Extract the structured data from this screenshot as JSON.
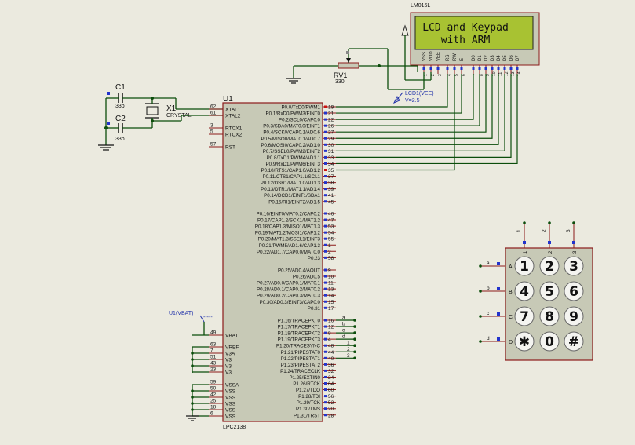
{
  "lcd": {
    "model": "LM016L",
    "line1": "LCD and Keypad",
    "line2": "with ARM",
    "pins": [
      "VSS",
      "VDD",
      "VEE",
      "RS",
      "RW",
      "E",
      "D0",
      "D1",
      "D2",
      "D3",
      "D4",
      "D5",
      "D6",
      "D7"
    ],
    "pin_numbers": [
      "1",
      "2",
      "3",
      "4",
      "5",
      "6",
      "7",
      "8",
      "9",
      "10",
      "11",
      "12",
      "13",
      "14"
    ],
    "vee_probe": "LCD1(VEE)",
    "vee_value": "V=2.5"
  },
  "rv1": {
    "name": "RV1",
    "value": "330"
  },
  "c1": {
    "name": "C1",
    "value": "33p"
  },
  "c2": {
    "name": "C2",
    "value": "33p"
  },
  "x1": {
    "name": "X1",
    "type": "CRYSTAL"
  },
  "u1": {
    "name": "U1",
    "part": "LPC2138",
    "vbat_probe": "U1(VBAT)",
    "vbat_value": "-----",
    "left_pins": [
      {
        "num": "62",
        "name": "XTAL1"
      },
      {
        "num": "61",
        "name": "XTAL2"
      },
      {
        "num": "3",
        "name": "RTCX1"
      },
      {
        "num": "5",
        "name": "RTCX2"
      },
      {
        "num": "57",
        "name": "RST"
      },
      {
        "num": "49",
        "name": "VBAT"
      },
      {
        "num": "63",
        "name": "VREF"
      },
      {
        "num": "7",
        "name": "V3A"
      },
      {
        "num": "51",
        "name": "V3"
      },
      {
        "num": "43",
        "name": "V3"
      },
      {
        "num": "23",
        "name": "V3"
      },
      {
        "num": "59",
        "name": "VSSA"
      },
      {
        "num": "50",
        "name": "VSS"
      },
      {
        "num": "42",
        "name": "VSS"
      },
      {
        "num": "25",
        "name": "VSS"
      },
      {
        "num": "18",
        "name": "VSS"
      },
      {
        "num": "6",
        "name": "VSS"
      }
    ],
    "right_pins": [
      {
        "num": "19",
        "name": "P0.0/TxD0/PWM1"
      },
      {
        "num": "21",
        "name": "P0.1/RxD0/PWM3/EINT0"
      },
      {
        "num": "22",
        "name": "P0.2/SCL0/CAP0.0"
      },
      {
        "num": "26",
        "name": "P0.3/SDA0/MAT0.0/EINT1"
      },
      {
        "num": "27",
        "name": "P0.4/SCK0/CAP0.1/AD0.6"
      },
      {
        "num": "29",
        "name": "P0.5/MISO0/MAT0.1/AD0.7"
      },
      {
        "num": "30",
        "name": "P0.6/MOSI0/CAP0.2/AD1.0"
      },
      {
        "num": "31",
        "name": "P0.7/SSEL0/PWM2/EINT2"
      },
      {
        "num": "33",
        "name": "P0.8/TxD1/PWM4/AD1.1"
      },
      {
        "num": "34",
        "name": "P0.9/RxD1/PWM6/EINT3"
      },
      {
        "num": "35",
        "name": "P0.10/RTS1/CAP1.0/AD1.2"
      },
      {
        "num": "37",
        "name": "P0.11/CTS1/CAP1.1/SCL1"
      },
      {
        "num": "38",
        "name": "P0.12/DSR1/MAT1.0/AD1.3"
      },
      {
        "num": "39",
        "name": "P0.13/DTR1/MAT1.1/AD1.4"
      },
      {
        "num": "41",
        "name": "P0.14/DCD1/EINT1/SDA1"
      },
      {
        "num": "45",
        "name": "P0.15/RI1/EINT2/AD1.5"
      },
      {
        "num": "46",
        "name": "P0.16/EINT0/MAT0.2/CAP0.2"
      },
      {
        "num": "47",
        "name": "P0.17/CAP1.2/SCK1/MAT1.2"
      },
      {
        "num": "53",
        "name": "P0.18/CAP1.3/MISO1/MAT1.3"
      },
      {
        "num": "54",
        "name": "P0.19/MAT1.2/MOSI1/CAP1.2"
      },
      {
        "num": "55",
        "name": "P0.20/MAT1.3/SSEL1/EINT3"
      },
      {
        "num": "1",
        "name": "P0.21/PWM5/AD1.6/CAP1.3"
      },
      {
        "num": "2",
        "name": "P0.22/AD1.7/CAP0.0/MAT0.0"
      },
      {
        "num": "58",
        "name": "P0.23"
      },
      {
        "num": "9",
        "name": "P0.25/AD0.4/AOUT"
      },
      {
        "num": "10",
        "name": "P0.26/AD0.5"
      },
      {
        "num": "11",
        "name": "P0.27/AD0.0/CAP0.1/MAT0.1"
      },
      {
        "num": "13",
        "name": "P0.28/AD0.1/CAP0.2/MAT0.2"
      },
      {
        "num": "14",
        "name": "P0.29/AD0.2/CAP0.3/MAT0.3"
      },
      {
        "num": "15",
        "name": "P0.30/AD0.3/EINT3/CAP0.0"
      },
      {
        "num": "17",
        "name": "P0.31"
      },
      {
        "num": "16",
        "name": "P1.16/TRACEPKT0"
      },
      {
        "num": "12",
        "name": "P1.17/TRACEPKT1"
      },
      {
        "num": "8",
        "name": "P1.18/TRACEPKT2"
      },
      {
        "num": "4",
        "name": "P1.19/TRACEPKT3"
      },
      {
        "num": "48",
        "name": "P1.20/TRACESYNC"
      },
      {
        "num": "44",
        "name": "P1.21/PIPESTAT0"
      },
      {
        "num": "40",
        "name": "P1.22/PIPESTAT1"
      },
      {
        "num": "36",
        "name": "P1.23/PIPESTAT2"
      },
      {
        "num": "32",
        "name": "P1.24/TRACECLK"
      },
      {
        "num": "24",
        "name": "P1.25/EXTIN0"
      },
      {
        "num": "64",
        "name": "P1.26/RTCK"
      },
      {
        "num": "60",
        "name": "P1.27/TDO"
      },
      {
        "num": "56",
        "name": "P1.28/TDI"
      },
      {
        "num": "52",
        "name": "P1.29/TCK"
      },
      {
        "num": "20",
        "name": "P1.30/TMS"
      },
      {
        "num": "28",
        "name": "P1.31/TRST"
      }
    ],
    "net_labels": [
      "a",
      "b",
      "c",
      "d",
      "1",
      "2",
      "3"
    ]
  },
  "keypad": {
    "keys": [
      "1",
      "2",
      "3",
      "4",
      "5",
      "6",
      "7",
      "8",
      "9",
      "✱",
      "0",
      "#"
    ],
    "row_labels": [
      "A",
      "B",
      "C",
      "D"
    ],
    "row_nets": [
      "a",
      "b",
      "c",
      "d"
    ],
    "col_labels": [
      "1",
      "2",
      "3"
    ],
    "col_nets": [
      "1",
      "2",
      "3"
    ]
  },
  "colors": {
    "background": "#ebeadf",
    "wire": "#0b4d0b",
    "chip_outline": "#8b1a1a",
    "chip_fill": "#c7c9b6",
    "lcd_screen": "#a8c232",
    "pin_marker": "#2233cc",
    "probe": "#2233aa"
  }
}
